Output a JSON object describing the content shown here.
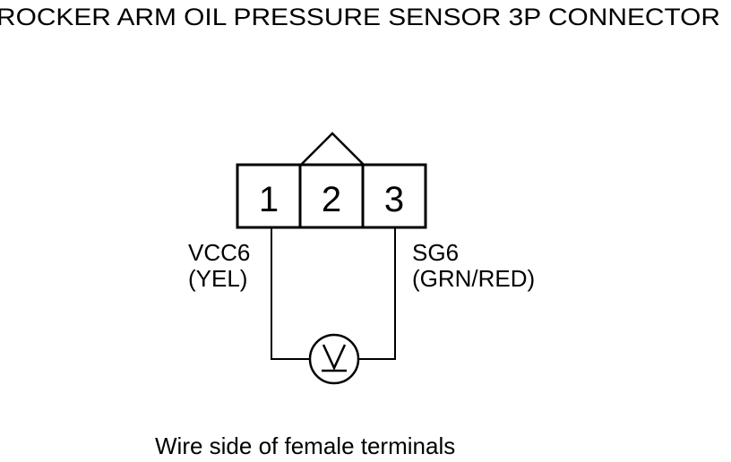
{
  "title": "ROCKER ARM OIL PRESSURE SENSOR 3P CONNECTOR",
  "connector": {
    "pins": [
      "1",
      "2",
      "3"
    ]
  },
  "wires": {
    "left": {
      "signal": "VCC6",
      "color": "(YEL)"
    },
    "right": {
      "signal": "SG6",
      "color": "(GRN/RED)"
    }
  },
  "meter": {
    "icon": "voltmeter-icon",
    "symbol": "V"
  },
  "caption": "Wire side of female terminals"
}
